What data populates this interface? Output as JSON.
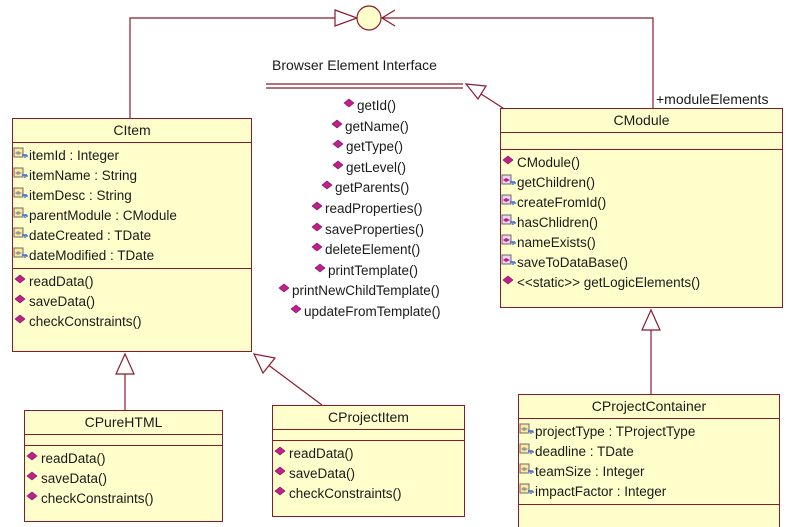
{
  "interface": {
    "name": "Browser Element Interface",
    "operations": [
      {
        "label": "getId()",
        "visibility": "public"
      },
      {
        "label": "getName()",
        "visibility": "public"
      },
      {
        "label": "getType()",
        "visibility": "public"
      },
      {
        "label": "getLevel()",
        "visibility": "public"
      },
      {
        "label": "getParents()",
        "visibility": "public"
      },
      {
        "label": "readProperties()",
        "visibility": "public"
      },
      {
        "label": "saveProperties()",
        "visibility": "public"
      },
      {
        "label": "deleteElement()",
        "visibility": "public"
      },
      {
        "label": "printTemplate()",
        "visibility": "public"
      },
      {
        "label": "printNewChildTemplate()",
        "visibility": "public"
      },
      {
        "label": "updateFromTemplate()",
        "visibility": "public"
      }
    ]
  },
  "association_label": "+moduleElements",
  "classes": {
    "citem": {
      "name": "CItem",
      "attributes": [
        {
          "label": "itemId : Integer",
          "visibility": "private"
        },
        {
          "label": "itemName : String",
          "visibility": "private"
        },
        {
          "label": "itemDesc : String",
          "visibility": "private"
        },
        {
          "label": "parentModule : CModule",
          "visibility": "private"
        },
        {
          "label": "dateCreated : TDate",
          "visibility": "private"
        },
        {
          "label": "dateModified : TDate",
          "visibility": "private"
        }
      ],
      "operations": [
        {
          "label": "readData()",
          "visibility": "public"
        },
        {
          "label": "saveData()",
          "visibility": "public"
        },
        {
          "label": "checkConstraints()",
          "visibility": "public"
        }
      ]
    },
    "cmodule": {
      "name": "CModule",
      "attributes": [],
      "operations": [
        {
          "label": "CModule()",
          "visibility": "public"
        },
        {
          "label": "getChildren()",
          "visibility": "protected"
        },
        {
          "label": "createFromId()",
          "visibility": "protected"
        },
        {
          "label": "hasChlidren()",
          "visibility": "protected"
        },
        {
          "label": "nameExists()",
          "visibility": "protected"
        },
        {
          "label": "saveToDataBase()",
          "visibility": "protected"
        },
        {
          "label": "<<static>> getLogicElements()",
          "visibility": "public"
        }
      ]
    },
    "cpurehtml": {
      "name": "CPureHTML",
      "attributes": [],
      "operations": [
        {
          "label": "readData()",
          "visibility": "public"
        },
        {
          "label": "saveData()",
          "visibility": "public"
        },
        {
          "label": "checkConstraints()",
          "visibility": "public"
        }
      ]
    },
    "cprojectitem": {
      "name": "CProjectItem",
      "attributes": [],
      "operations": [
        {
          "label": "readData()",
          "visibility": "public"
        },
        {
          "label": "saveData()",
          "visibility": "public"
        },
        {
          "label": "checkConstraints()",
          "visibility": "public"
        }
      ]
    },
    "cprojectcontainer": {
      "name": "CProjectContainer",
      "attributes": [
        {
          "label": "projectType : TProjectType",
          "visibility": "private"
        },
        {
          "label": "deadline : TDate",
          "visibility": "private"
        },
        {
          "label": "teamSize : Integer",
          "visibility": "private"
        },
        {
          "label": "impactFactor : Integer",
          "visibility": "private"
        }
      ],
      "operations": []
    }
  },
  "colors": {
    "box_fill": "#ffffcc",
    "box_border": "#8b1a2e",
    "line": "#8b1a2e",
    "public_icon": "#c0208c",
    "private_icon": "#6b6b6b",
    "key": "#3a6fd8"
  }
}
